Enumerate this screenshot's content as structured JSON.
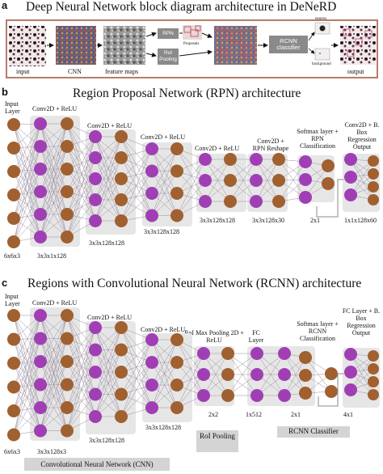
{
  "panel_a": {
    "letter": "a",
    "title": "Deep Neural Network block diagram architecture in DeNeRD",
    "labels": {
      "input": "input",
      "cnn": "CNN",
      "feature_maps": "feature maps",
      "rpn": "RPN",
      "proposals": "Proposals",
      "roi_pooling": "RoI Pooling",
      "rcnn_classifier": "RCNN classifier",
      "neuron": "neuron",
      "background": "background",
      "output": "output"
    }
  },
  "panel_b": {
    "letter": "b",
    "title": "Region Proposal Network (RPN) architecture",
    "layers": [
      {
        "top": "Input Layer",
        "bottom": "6x6x3"
      },
      {
        "top": "Conv2D + ReLU",
        "bottom": "3x3x1x128"
      },
      {
        "top": "Conv2D + ReLU",
        "bottom": "3x3x128x128"
      },
      {
        "top": "Conv2D + ReLU",
        "bottom": "3x3x128x128"
      },
      {
        "top": "Conv2D + ReLU",
        "bottom": "3x3x128x128"
      },
      {
        "top": "Conv2D + RPN Reshape",
        "bottom": "3x3x128x30"
      },
      {
        "top": "Softmax layer + RPN Classification",
        "bottom": "2x1"
      },
      {
        "top": "Conv2D + B. Box Regression Output",
        "bottom": "1x1x128x60"
      }
    ]
  },
  "panel_c": {
    "letter": "c",
    "title": "Regions with Convolutional Neural Network (RCNN) architecture",
    "layers": [
      {
        "top": "Input Layer",
        "bottom": "6x6x3"
      },
      {
        "top": "Conv2D + ReLU",
        "bottom": "3x3x128x3"
      },
      {
        "top": "Conv2D + ReLU",
        "bottom": "3x3x128x128"
      },
      {
        "top": "Conv2D + ReLU",
        "bottom": "3x3x128x128"
      },
      {
        "top": "RoI Max Pooling 2D + ReLU",
        "bottom": "2x2"
      },
      {
        "top": "FC Layer",
        "bottom": "1x512"
      },
      {
        "top": "Softmax layer + RCNN Classification",
        "bottom": "2x1"
      },
      {
        "top": "FC Layer + B. Box Regression Output",
        "bottom": "4x1"
      }
    ],
    "group_labels": {
      "roi_pooling": "RoI Pooling",
      "rcnn_classifier": "RCNN Classifier",
      "cnn": "Convolutional Neural Network (CNN)"
    }
  },
  "colors": {
    "brown": "#a0602f",
    "purple": "#a03fb4",
    "panel_gray": "#e6e6e6",
    "frame": "#b77c68",
    "box_gray": "#8a8a8a"
  }
}
